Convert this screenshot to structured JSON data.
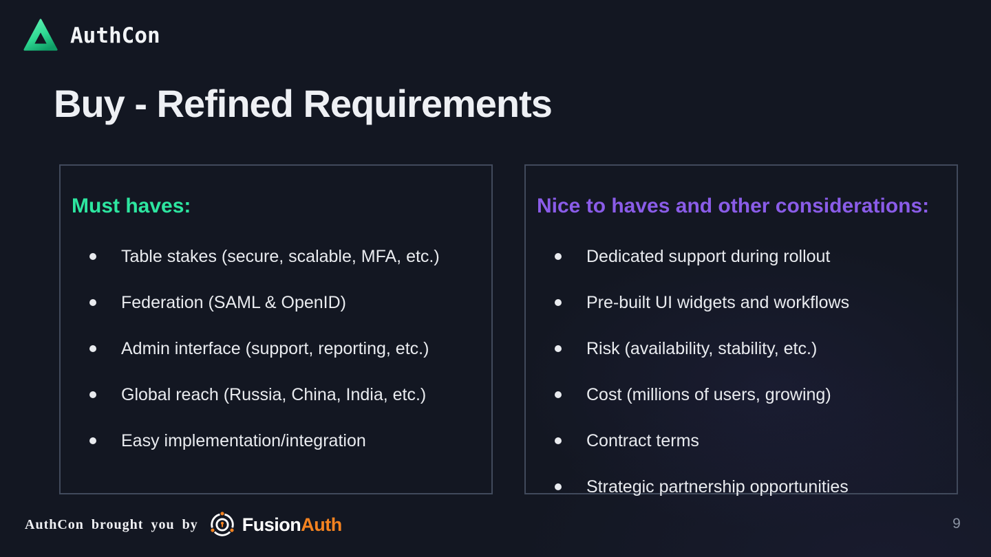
{
  "header": {
    "logo_text": "AuthCon"
  },
  "title": "Buy - Refined Requirements",
  "panels": {
    "left": {
      "heading": "Must haves:",
      "items": [
        "Table stakes (secure, scalable, MFA, etc.)",
        "Federation (SAML & OpenID)",
        "Admin interface (support, reporting, etc.)",
        "Global reach (Russia, China, India, etc.)",
        "Easy implementation/integration"
      ]
    },
    "right": {
      "heading": "Nice to haves and other considerations:",
      "items": [
        "Dedicated support during rollout",
        "Pre-built UI widgets and workflows",
        "Risk (availability, stability, etc.)",
        "Cost (millions of users, growing)",
        "Contract terms",
        "Strategic partnership opportunities"
      ]
    }
  },
  "footer": {
    "brought_by": "AuthCon brought you by",
    "brand": {
      "fusion": "Fusion",
      "auth": "Auth"
    },
    "page_number": "9"
  },
  "colors": {
    "background": "#131722",
    "must_have_green": "#2de6a0",
    "nice_to_have_purple": "#8a5ce8",
    "brand_orange": "#f58320",
    "box_border": "#414a5c",
    "text_primary": "#e9ebef",
    "title_color": "#eef0f4",
    "page_number_gray": "#8b93a3"
  }
}
